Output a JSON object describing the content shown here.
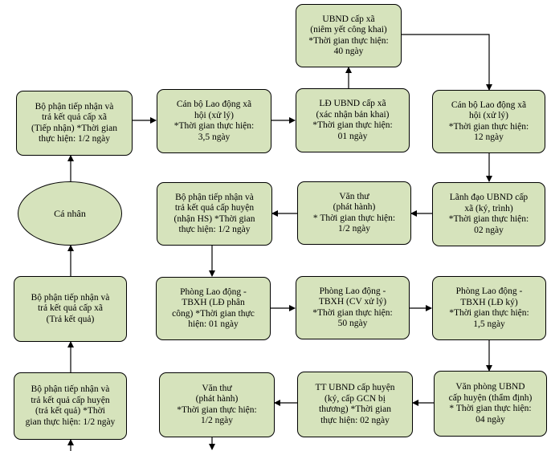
{
  "colors": {
    "box_fill": "#d6e3bc",
    "border": "#000000",
    "arrow": "#000000"
  },
  "nodes": {
    "ubnd_xa_niem_yet": "UBND cấp xã\n(niêm yết công khai)\n*Thời gian thực hiện:\n40 ngày",
    "tiep_nhan_xa": "Bộ phận tiếp nhận và\ntrả kết quả cấp xã\n(Tiếp nhận) *Thời gian\nthực hiện:  1/2 ngày",
    "can_bo_xa_1": "Cán bộ Lao động xã\nhội (xử lý)\n*Thời gian thực hiện:\n3,5 ngày",
    "ld_ubnd_xa": "LĐ UBND cấp xã\n(xác nhận bản khai)\n*Thời gian thực hiện:\n01 ngày",
    "can_bo_xa_2": "Cán bộ Lao động xã\nhội (xử lý)\n*Thời gian thực hiện:\n12 ngày",
    "ca_nhan": "Cá nhân",
    "tiep_nhan_huyen": "Bộ phận tiếp nhận và\ntrả kết quả cấp huyện\n(nhận HS) *Thời gian\nthực hiện: 1/2 ngày",
    "van_thu_xa": "Văn thư\n(phát hành)\n* Thời gian thực hiện:\n1/2 ngày",
    "lanh_dao_ubnd_xa": "Lãnh đạo UBND cấp\nxã (ký, trình)\n*Thời gian thực hiện:\n02 ngày",
    "tra_kq_xa": "Bộ phận tiếp nhận và\ntrả kết quả cấp xã\n(Trả kết quả)",
    "phong_ld_phan_cong": "Phòng Lao động -\nTBXH (LĐ phân\ncông) *Thời gian thực\nhiện:  01 ngày",
    "phong_cv_xu_ly": "Phòng Lao động -\nTBXH (CV xử lý)\n*Thời gian thực hiện:\n50 ngày",
    "phong_ld_ky": "Phòng Lao động -\nTBXH (LĐ ký)\n*Thời gian thực hiện:\n1,5 ngày",
    "tra_kq_huyen": "Bộ phận tiếp nhận và\ntrả kết quả cấp huyện\n(trả kết quả) *Thời\ngian thực hiện: 1/2 ngày",
    "van_thu_huyen": "Văn thư\n(phát hành)\n*Thời gian thực hiện:\n1/2 ngày",
    "tt_ubnd_huyen": "TT UBND cấp huyện\n(ký, cấp GCN bị\nthương) *Thời gian\nthực hiện: 02  ngày",
    "vp_ubnd_huyen": "Văn phòng UBND\ncấp huyện (thẩm định)\n* Thời gian thực hiện:\n04  ngày"
  }
}
